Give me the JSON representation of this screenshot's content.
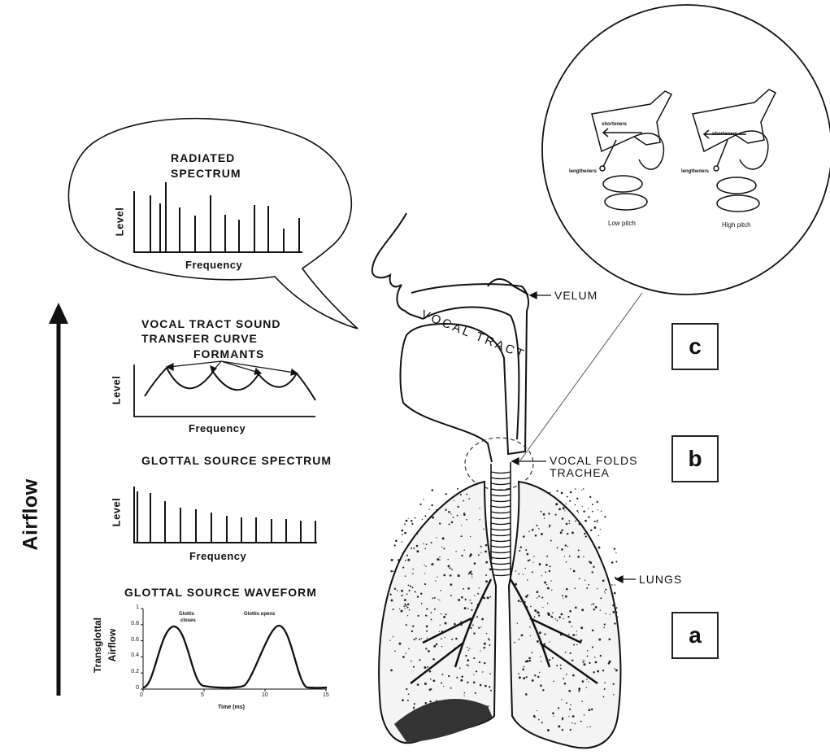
{
  "airflow_label": "Airflow",
  "radiated": {
    "title_line1": "RADIATED",
    "title_line2": "SPECTRUM",
    "ylabel": "Level",
    "xlabel": "Frequency"
  },
  "transfer": {
    "title_line1": "VOCAL TRACT SOUND",
    "title_line2": "TRANSFER CURVE",
    "formants": "FORMANTS",
    "ylabel": "Level",
    "xlabel": "Frequency"
  },
  "source_spectrum": {
    "title": "GLOTTAL SOURCE SPECTRUM",
    "ylabel": "Level",
    "xlabel": "Frequency"
  },
  "waveform": {
    "title": "GLOTTAL SOURCE WAVEFORM",
    "ylabel_line1": "Transglottal",
    "ylabel_line2": "Airflow",
    "xlabel": "Time (ms)",
    "closes_line1": "Glottis",
    "closes_line2": "closes",
    "opens": "Glottis opens",
    "yticks": [
      "1",
      "0.8",
      "0.6",
      "0.4",
      "0.2",
      "0"
    ],
    "xticks": [
      "0",
      "5",
      "10",
      "15"
    ]
  },
  "anatomy": {
    "vocal_tract": "VOCAL TRACT",
    "velum": "VELUM",
    "vocal_folds": "VOCAL FOLDS",
    "trachea": "TRACHEA",
    "lungs": "LUNGS"
  },
  "inset": {
    "shorteners": "shorteners",
    "lengtheners": "lengtheners",
    "low_pitch": "Low pitch",
    "high_pitch": "High pitch"
  },
  "boxes": {
    "a": "a",
    "b": "b",
    "c": "c"
  }
}
